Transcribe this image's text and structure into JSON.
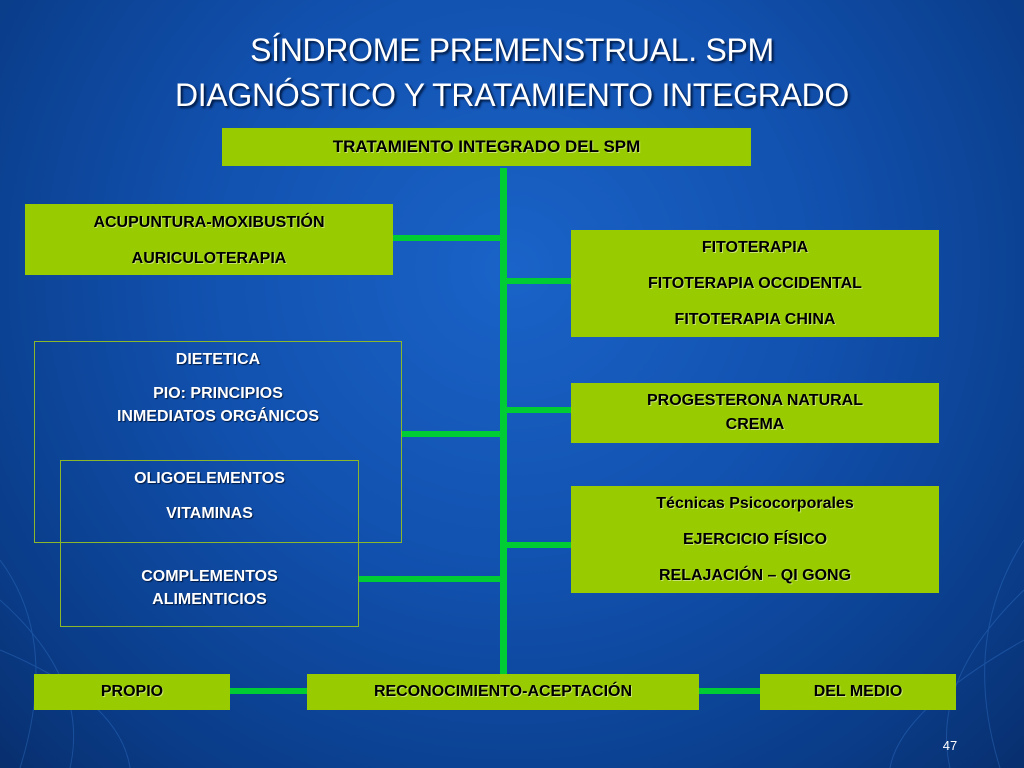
{
  "title": {
    "line1": "SÍNDROME PREMENSTRUAL. SPM",
    "line2": "DIAGNÓSTICO Y TRATAMIENTO INTEGRADO"
  },
  "root": {
    "label": "TRATAMIENTO INTEGRADO DEL SPM"
  },
  "left": {
    "acupuntura": [
      "ACUPUNTURA-MOXIBUSTIÓN",
      "AURICULOTERAPIA"
    ],
    "dietetica": [
      "DIETETICA",
      "PIO: PRINCIPIOS",
      "INMEDIATOS ORGÁNICOS"
    ],
    "oligo": [
      "OLIGOELEMENTOS",
      "VITAMINAS",
      "COMPLEMENTOS",
      "ALIMENTICIOS"
    ]
  },
  "right": {
    "fitoterapia": [
      "FITOTERAPIA",
      "FITOTERAPIA OCCIDENTAL",
      "FITOTERAPIA CHINA"
    ],
    "progesterona": [
      "PROGESTERONA NATURAL",
      "CREMA"
    ],
    "tecnicas": [
      "Técnicas Psicocorporales",
      "EJERCICIO FÍSICO",
      "RELAJACIÓN – QI GONG"
    ]
  },
  "bottom": {
    "propio": "PROPIO",
    "reconocimiento": "RECONOCIMIENTO-ACEPTACIÓN",
    "medio": "DEL MEDIO"
  },
  "page_number": "47",
  "colors": {
    "box_fill": "#99cc00",
    "connector": "#00cc33",
    "background": "#1150ad"
  }
}
